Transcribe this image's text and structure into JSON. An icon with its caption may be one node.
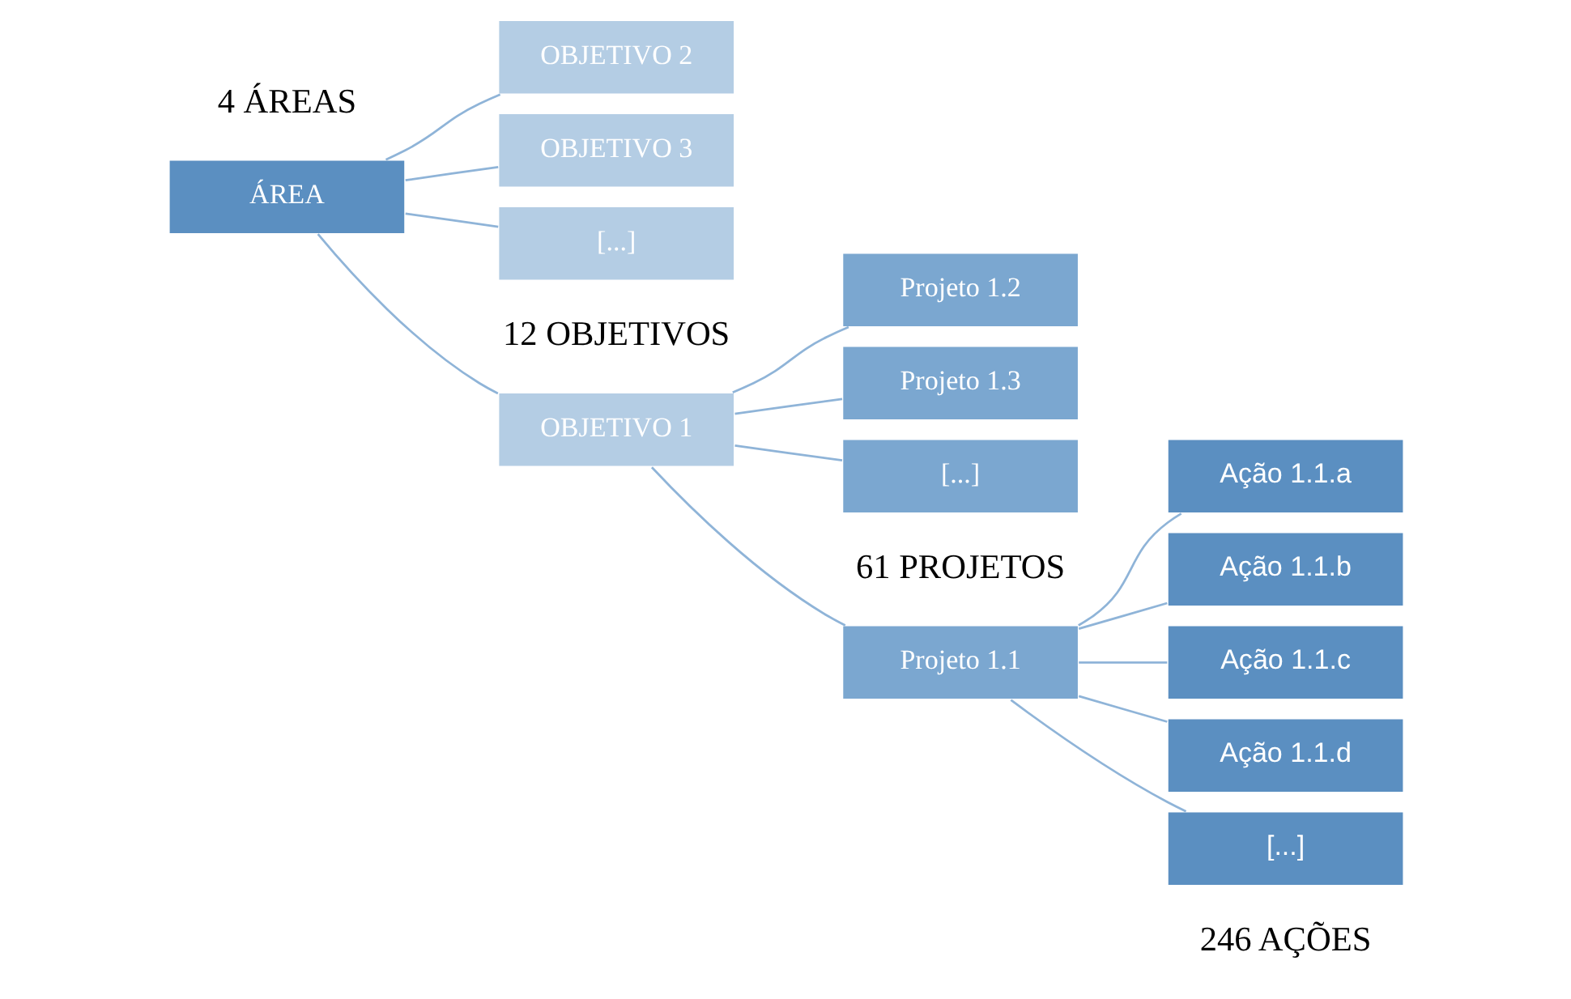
{
  "diagram": {
    "nodes": [
      {
        "text": [
          "ÁREA"
        ]
      },
      {
        "text": [
          "OBJETIVO 1"
        ]
      },
      {
        "text": [
          "OBJETIVO 2"
        ]
      },
      {
        "text": [
          "OBJETIVO 3"
        ]
      },
      {
        "text": [
          "[...]"
        ]
      },
      {
        "text": [
          "Projeto 1.1"
        ]
      },
      {
        "text": [
          "Projeto 1.2"
        ]
      },
      {
        "text": [
          "Projeto 1.3"
        ]
      },
      {
        "text": [
          "[...]"
        ]
      },
      {
        "text": [
          "Ação 1.1.a"
        ]
      },
      {
        "text": [
          "Ação 1.1.b"
        ]
      },
      {
        "text": [
          "Ação 1.1.c"
        ]
      },
      {
        "text": [
          "Ação 1.1.d"
        ]
      },
      {
        "text": [
          "[...]"
        ]
      }
    ],
    "edges": [
      {
        "from": 0,
        "to": 1,
        "arrow": "none"
      },
      {
        "from": 0,
        "to": 2,
        "arrow": "none"
      },
      {
        "from": 0,
        "to": 3,
        "arrow": "none"
      },
      {
        "from": 0,
        "to": 4,
        "arrow": "none"
      },
      {
        "from": 1,
        "to": 5,
        "arrow": "none"
      },
      {
        "from": 1,
        "to": 6,
        "arrow": "none"
      },
      {
        "from": 1,
        "to": 7,
        "arrow": "none"
      },
      {
        "from": 1,
        "to": 8,
        "arrow": "none"
      },
      {
        "from": 5,
        "to": 9,
        "arrow": "none"
      },
      {
        "from": 5,
        "to": 10,
        "arrow": "none"
      },
      {
        "from": 5,
        "to": 11,
        "arrow": "none"
      },
      {
        "from": 5,
        "to": 12,
        "arrow": "none"
      },
      {
        "from": 5,
        "to": 13,
        "arrow": "none"
      }
    ],
    "labels": [
      "61 PROJETOS",
      "12 OBJETIVOS",
      "4 ÁREAS",
      "246 AÇÕES"
    ]
  }
}
